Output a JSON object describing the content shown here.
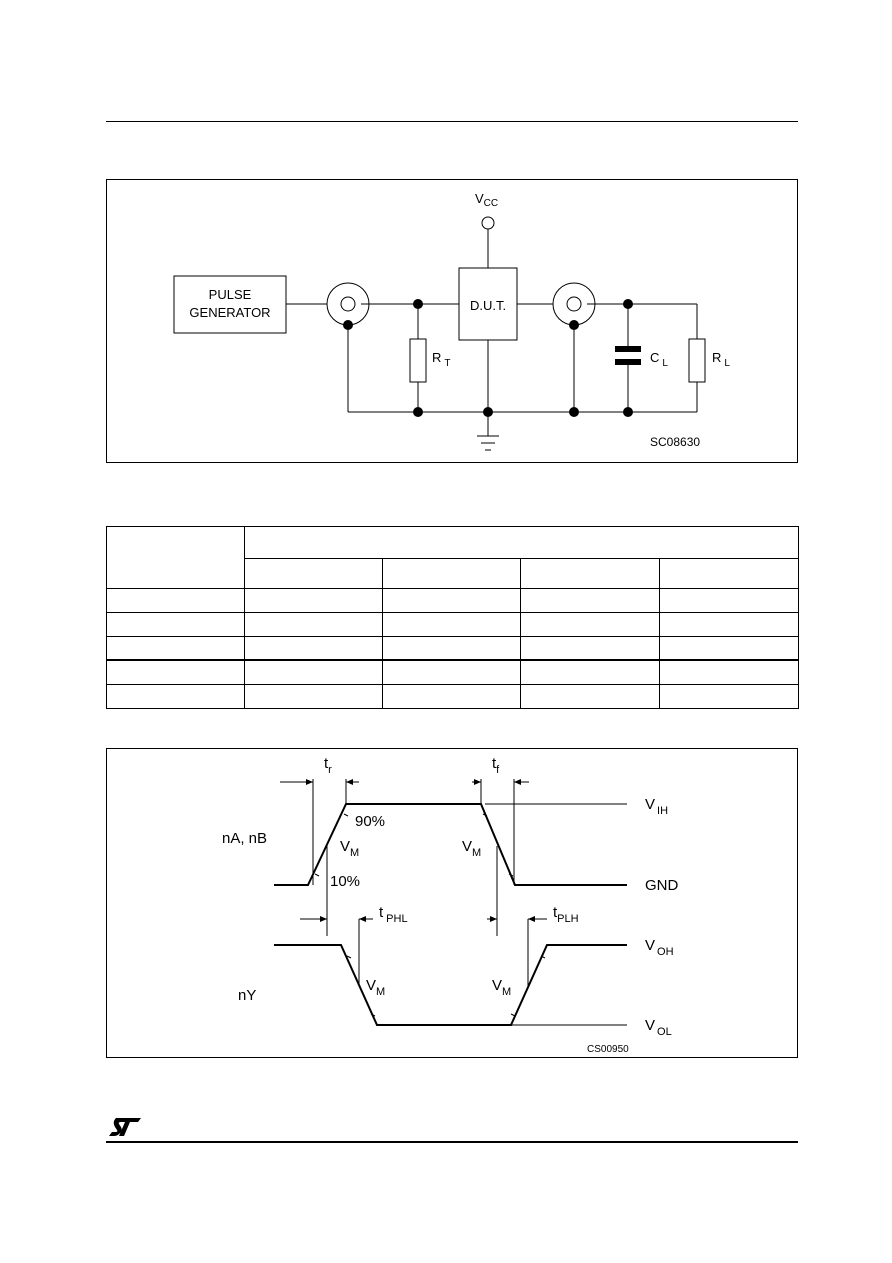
{
  "test_circuit": {
    "pulse_generator_line1": "PULSE",
    "pulse_generator_line2": "GENERATOR",
    "dut_label": "D.U.T.",
    "vcc_main": "V",
    "vcc_sub": "CC",
    "rt_main": "R",
    "rt_sub": "T",
    "cl_main": "C",
    "cl_sub": "L",
    "rl_main": "R",
    "rl_sub": "L",
    "figure_code": "SC08630"
  },
  "waveform": {
    "tr_main": "t",
    "tr_sub": "r",
    "tf_main": "t",
    "tf_sub": "f",
    "input_label": "nA, nB",
    "output_label": "nY",
    "pct90": "90%",
    "pct10": "10%",
    "vm_main": "V",
    "vm_sub": "M",
    "vih_main": "V",
    "vih_sub": "IH",
    "gnd": "GND",
    "voh_main": "V",
    "voh_sub": "OH",
    "vol_main": "V",
    "vol_sub": "OL",
    "tphl_main": "t",
    "tphl_sub": "PHL",
    "tplh_main": "t",
    "tplh_sub": "PLH",
    "figure_code": "CS00950"
  },
  "logo": {
    "name": "st-logo-icon"
  }
}
